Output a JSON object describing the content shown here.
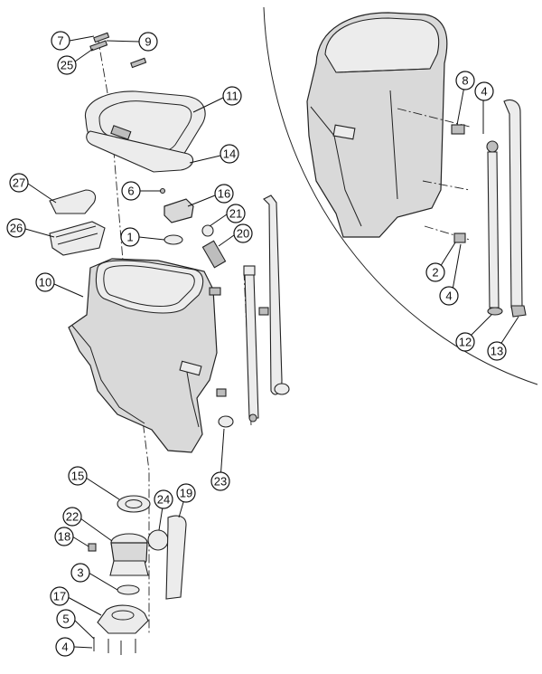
{
  "callouts": [
    "7",
    "9",
    "25",
    "11",
    "14",
    "27",
    "26",
    "6",
    "16",
    "1",
    "21",
    "20",
    "10",
    "15",
    "24",
    "19",
    "22",
    "18",
    "3",
    "17",
    "5",
    "4",
    "23",
    "8",
    "4",
    "2",
    "4",
    "12",
    "13"
  ]
}
